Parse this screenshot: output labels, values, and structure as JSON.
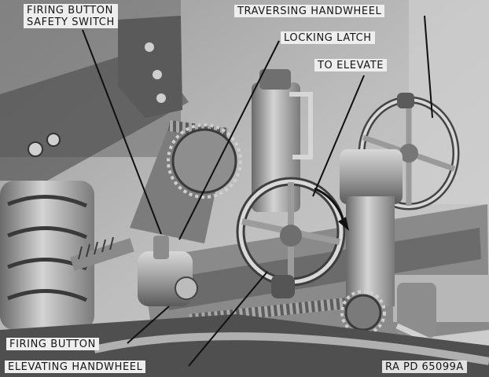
{
  "callouts": {
    "firing_button_safety_switch": {
      "line1": "FIRING BUTTON",
      "line2": "SAFETY SWITCH"
    },
    "traversing_handwheel": "TRAVERSING HANDWHEEL",
    "locking_latch": "LOCKING LATCH",
    "to_elevate": "TO ELEVATE",
    "firing_button": "FIRING BUTTON",
    "elevating_handwheel": "ELEVATING HANDWHEEL"
  },
  "plate_number": "RA PD 65099A",
  "colors": {
    "paper": "#eeeeee",
    "ink": "#151515",
    "metal_dark": "#3a3a3a",
    "metal_light": "#b5b5b5"
  }
}
